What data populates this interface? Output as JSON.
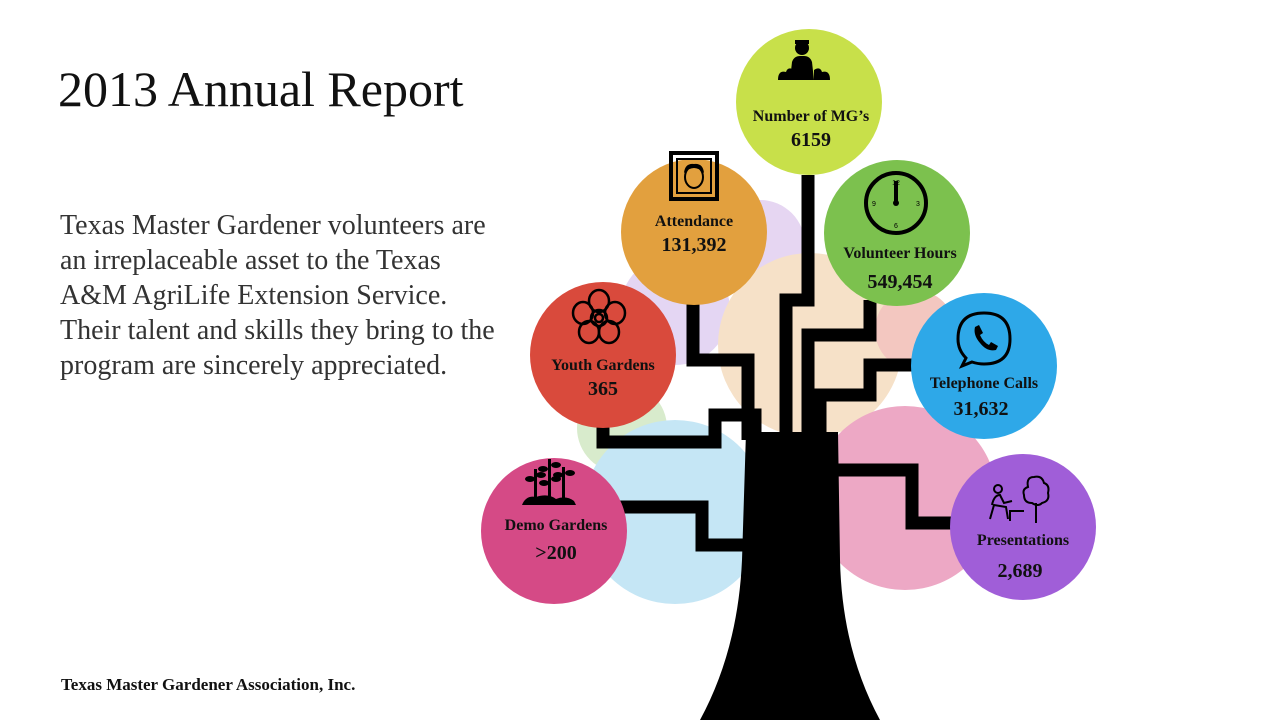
{
  "title": "2013 Annual Report",
  "body_text": "Texas Master Gardener volunteers are an irreplaceable asset to the Texas A&M AgriLife Extension Service. Their talent and skills they bring to the program are sincerely appreciated.",
  "footer": "Texas Master Gardener Association, Inc.",
  "stats": {
    "mgs": {
      "label": "Number of MG’s",
      "value": "6159",
      "color": "#c8e04a",
      "icon": "gardener-icon"
    },
    "attendance": {
      "label": "Attendance",
      "value": "131,392",
      "color": "#e2a03e",
      "icon": "portrait-icon"
    },
    "volunteer_hours": {
      "label": "Volunteer Hours",
      "value": "549,454",
      "color": "#7cc14e",
      "icon": "clock-icon"
    },
    "youth_gardens": {
      "label": "Youth Gardens",
      "value": "365",
      "color": "#d94a3c",
      "icon": "flower-icon"
    },
    "telephone_calls": {
      "label": "Telephone Calls",
      "value": "31,632",
      "color": "#2ea8e8",
      "icon": "phone-icon"
    },
    "demo_gardens": {
      "label": "Demo Gardens",
      "value": ">200",
      "color": "#d54a86",
      "icon": "plants-icon"
    },
    "presentations": {
      "label": "Presentations",
      "value": "2,689",
      "color": "#a05ed8",
      "icon": "presenter-icon"
    }
  }
}
